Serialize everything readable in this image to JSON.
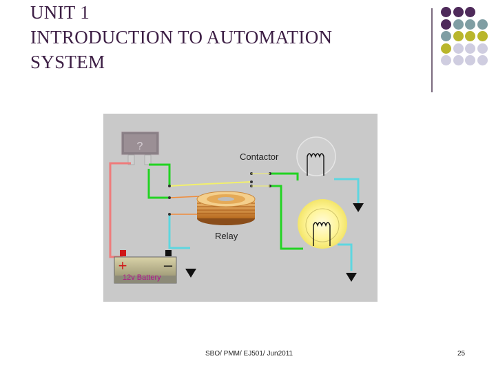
{
  "slide": {
    "title_lines": [
      "UNIT 1",
      "INTRODUCTION TO AUTOMATION",
      "SYSTEM"
    ],
    "footer": "SBO/ PMM/ EJ501/ Jun2011",
    "page_number": "25"
  },
  "diagram": {
    "contactor_label": "Contactor",
    "relay_label": "Relay",
    "battery_label": "12v Battery",
    "plus_sign": "+",
    "minus_sign": "–",
    "fuse_mark": "?"
  },
  "colors": {
    "title": "#3d1f45",
    "accent_purple": "#4e2a5a",
    "accent_teal": "#7f9ea3",
    "accent_olive": "#b9b62c",
    "accent_lavender": "#cfcde0",
    "diagram_bg": "#c9c9c9",
    "wire_red": "#ef7b7b",
    "wire_green": "#22d322",
    "wire_cyan": "#5ed6e0",
    "wire_yellow": "#f2f06c",
    "wire_orange": "#f08c3a"
  }
}
